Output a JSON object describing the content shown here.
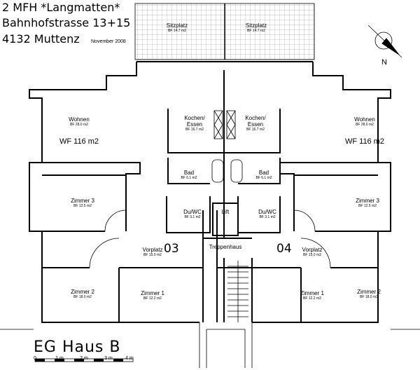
{
  "header": {
    "line1": "2 MFH *Langmatten*",
    "line2": "Bahnhofstrasse 13+15",
    "line3": "4132 Muttenz",
    "date": "November 2008"
  },
  "title": "EG Haus B",
  "north_label": "N",
  "scale": [
    "0",
    "1 m",
    "2 m",
    "3 m",
    "4 m"
  ],
  "units": {
    "left": "03",
    "right": "04"
  },
  "rooms": {
    "sitz_left": {
      "name": "Sitzplatz",
      "area": "BF 14.7 m2"
    },
    "sitz_right": {
      "name": "Sitzplatz",
      "area": "BF 14.7 m2"
    },
    "wohnen_left": {
      "name": "Wohnen",
      "area": "BF 28.0 m2",
      "wf": "WF 116 m2"
    },
    "wohnen_right": {
      "name": "Wohnen",
      "area": "BF 28.0 m2",
      "wf": "WF 116 m2"
    },
    "kochen_left": {
      "name1": "Kochen/",
      "name2": "Essen",
      "area": "BF 16.7 m2"
    },
    "kochen_right": {
      "name1": "Kochen/",
      "name2": "Essen",
      "area": "BF 16.7 m2"
    },
    "bad_left": {
      "name": "Bad",
      "area": "BF 6.1 m2"
    },
    "bad_right": {
      "name": "Bad",
      "area": "BF 6.1 m2"
    },
    "du_left": {
      "name": "Du/WC",
      "area": "BF 3.1 m2"
    },
    "du_right": {
      "name": "Du/WC",
      "area": "BF 3.1 m2"
    },
    "z3_left": {
      "name": "Zimmer 3",
      "area": "BF 12.5 m2"
    },
    "z3_right": {
      "name": "Zimmer 3",
      "area": "BF 12.5 m2"
    },
    "vorplatz_left": {
      "name": "Vorplatz",
      "area": "BF 15.0 m2"
    },
    "vorplatz_right": {
      "name": "Vorplatz",
      "area": "BF 15.0 m2"
    },
    "z2_left": {
      "name": "Zimmer 2",
      "area": "BF 18.0 m2"
    },
    "z2_right": {
      "name": "Zimmer 2",
      "area": "BF 18.0 m2"
    },
    "z1_left": {
      "name": "Zimmer 1",
      "area": "BF 12.2 m2"
    },
    "z1_right": {
      "name": "Zimmer 1",
      "area": "BF 12.2 m2"
    },
    "lift": {
      "name": "Lift"
    },
    "treppenhaus": {
      "name": "Treppenhaus"
    }
  }
}
